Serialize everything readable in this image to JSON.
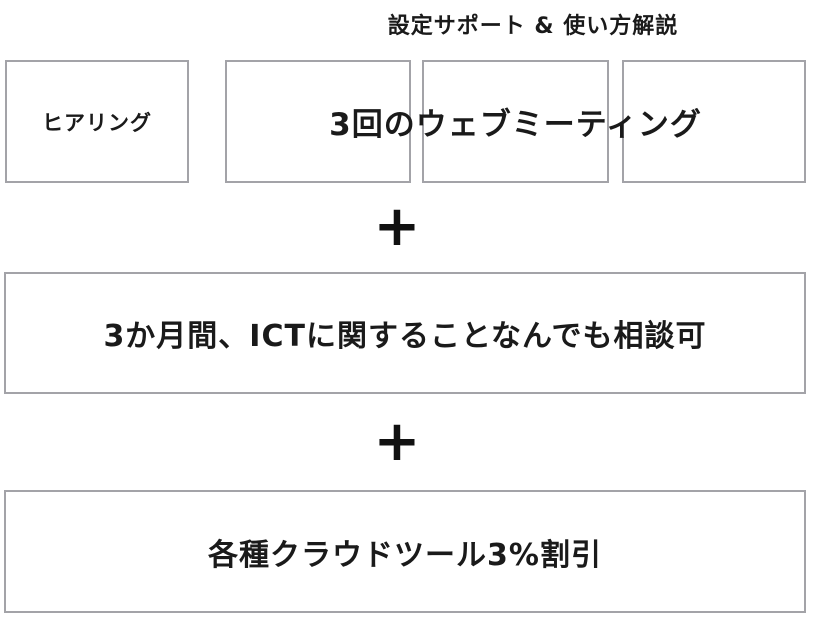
{
  "diagram": {
    "group_title": "設定サポート & 使い方解説",
    "hearing_box": {
      "label": "ヒアリング"
    },
    "web_meeting": {
      "label": "3回のウェブミーティング",
      "box_count": 3
    },
    "plus_symbol": "+",
    "consultation_box": {
      "label": "3か月間、ICTに関することなんでも相談可"
    },
    "discount_box": {
      "label": "各種クラウドツール3%割引"
    },
    "colors": {
      "border": "#a3a3a8",
      "text": "#1a1a1a",
      "background": "#ffffff"
    }
  }
}
